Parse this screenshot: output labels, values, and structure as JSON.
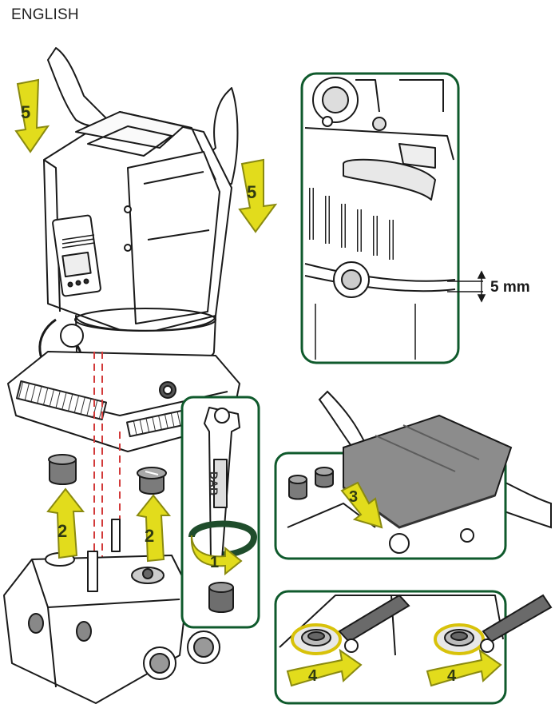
{
  "header": {
    "language": "ENGLISH"
  },
  "steps": {
    "step1": "1",
    "step2a": "2",
    "step2b": "2",
    "step3": "3",
    "step4a": "4",
    "step4b": "4",
    "step5a": "5",
    "step5b": "5"
  },
  "dimension": {
    "label": "5 mm"
  },
  "wrench": {
    "brand": "DAB"
  },
  "colors": {
    "arrow_fill": "#e2dc1c",
    "arrow_stroke": "#8a8a10",
    "frame_green": "#0f5a2c",
    "line": "#1a1a1a",
    "dashed": "#d23a3a",
    "gray_part": "#8c8c8c"
  }
}
